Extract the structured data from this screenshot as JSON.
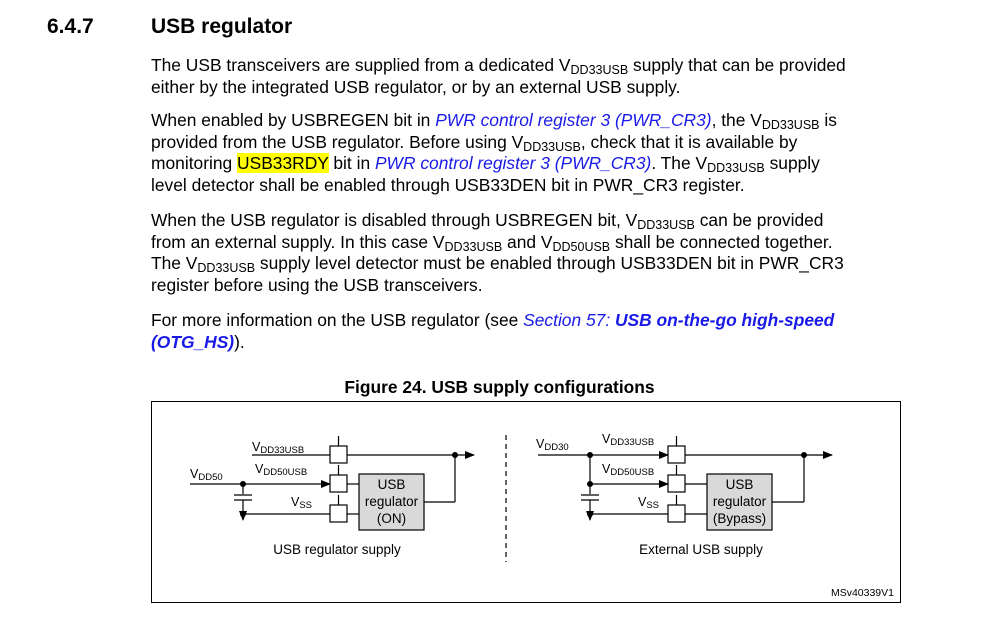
{
  "section": {
    "number": "6.4.7",
    "title": "USB regulator"
  },
  "p1": {
    "t1": "The USB transceivers are supplied from a dedicated V",
    "sub1": "DD33USB",
    "t2": " supply that can be provided",
    "t3": "either by the integrated USB regulator, or by an external USB supply."
  },
  "p2": {
    "t1": "When enabled by USBREGEN bit in ",
    "link1": "PWR control register 3 (PWR_CR3)",
    "t2": ", the V",
    "sub1": "DD33USB",
    "t3": " is",
    "t4": "provided from the USB regulator. Before using V",
    "sub2": "DD33USB",
    "t5": ", check that it is available by",
    "t6": "monitoring ",
    "highlight": "USB33RDY",
    "t7": " bit in ",
    "link2": "PWR control register 3 (PWR_CR3)",
    "t8": ". The V",
    "sub3": "DD33USB",
    "t9": " supply",
    "t10": "level detector shall be enabled through USB33DEN bit in PWR_CR3 register."
  },
  "p3": {
    "t1": "When the USB regulator is disabled through USBREGEN bit, V",
    "sub1": "DD33USB",
    "t2": " can be provided",
    "t3": "from an external supply. In this case V",
    "sub2": "DD33USB",
    "t4": " and V",
    "sub3": "DD50USB",
    "t5": " shall be connected together.",
    "t6": "The V",
    "sub4": "DD33USB",
    "t7": " supply level detector must be enabled through USB33DEN bit in PWR_CR3",
    "t8": "register before using the USB transceivers."
  },
  "p4": {
    "t1": "For more information on the USB regulator (see ",
    "link1": "Section 57: ",
    "link2a": "USB on-the-go high-speed",
    "link2b": "(OTG_HS)",
    "t2": ")."
  },
  "figure": {
    "caption": "Figure 24. USB supply configurations",
    "left": {
      "vdd33usb_v": "V",
      "vdd33usb_s": "DD33USB",
      "vdd50usb_v": "V",
      "vdd50usb_s": "DD50USB",
      "vdd50_v": "V",
      "vdd50_s": "DD50",
      "vss_v": "V",
      "vss_s": "SS",
      "reg_line1": "USB",
      "reg_line2": "regulator",
      "reg_line3": "(ON)",
      "label": "USB regulator supply"
    },
    "right": {
      "vdd30_v": "V",
      "vdd30_s": "DD30",
      "vdd33usb_v": "V",
      "vdd33usb_s": "DD33USB",
      "vdd50usb_v": "V",
      "vdd50usb_s": "DD50USB",
      "vss_v": "V",
      "vss_s": "SS",
      "reg_line1": "USB",
      "reg_line2": "regulator",
      "reg_line3": "(Bypass)",
      "label": "External USB supply"
    },
    "ref": "MSv40339V1",
    "colors": {
      "regulator_fill": "#d9d9d9"
    }
  }
}
